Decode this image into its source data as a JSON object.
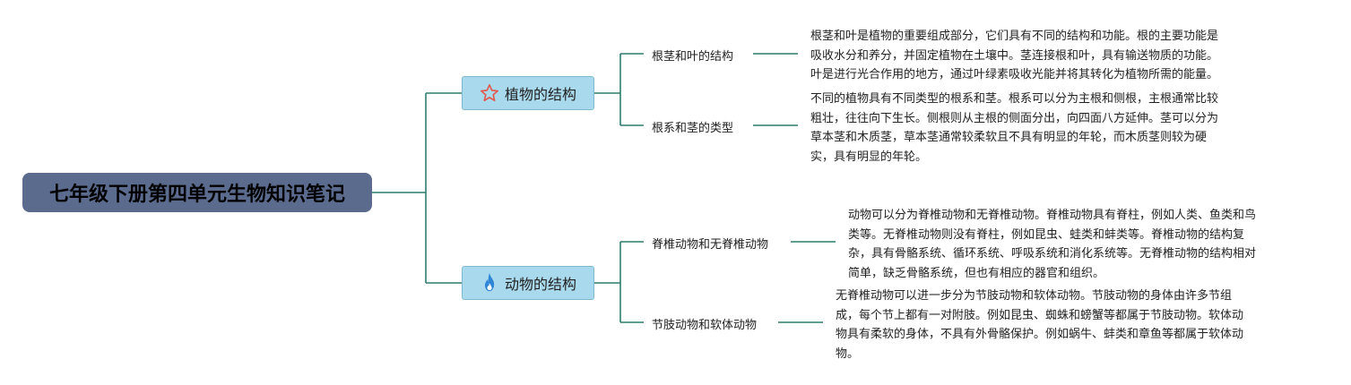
{
  "root": {
    "title": "七年级下册第四单元生物知识笔记"
  },
  "branches": [
    {
      "label": "植物的结构",
      "icon": "star-icon",
      "children": [
        {
          "label": "根茎和叶的结构",
          "lines": [
            "根茎和叶是植物的重要组成部分，它们具有不同的结构和功能。根的主要功能是",
            "吸收水分和养分，并固定植物在土壤中。茎连接根和叶，具有输送物质的功能。",
            "叶是进行光合作用的地方，通过叶绿素吸收光能并将其转化为植物所需的能量。"
          ]
        },
        {
          "label": "根系和茎的类型",
          "lines": [
            "不同的植物具有不同类型的根系和茎。根系可以分为主根和侧根，主根通常比较",
            "粗壮，往往向下生长。侧根则从主根的侧面分出，向四面八方延伸。茎可以分为",
            "草本茎和木质茎，草本茎通常较柔软且不具有明显的年轮，而木质茎则较为硬",
            "实，具有明显的年轮。"
          ]
        }
      ]
    },
    {
      "label": "动物的结构",
      "icon": "flame-icon",
      "children": [
        {
          "label": "脊椎动物和无脊椎动物",
          "lines": [
            "动物可以分为脊椎动物和无脊椎动物。脊椎动物具有脊柱，例如人类、鱼类和鸟",
            "类等。无脊椎动物则没有脊柱，例如昆虫、蛙类和蚌类等。脊椎动物的结构复",
            "杂，具有骨骼系统、循环系统、呼吸系统和消化系统等。无脊椎动物的结构相对",
            "简单，缺乏骨骼系统，但也有相应的器官和组织。"
          ]
        },
        {
          "label": "节肢动物和软体动物",
          "lines": [
            "无脊椎动物可以进一步分为节肢动物和软体动物。节肢动物的身体由许多节组",
            "成，每个节上都有一对附肢。例如昆虫、蜘蛛和螃蟹等都属于节肢动物。软体动",
            "物具有柔软的身体，不具有外骨骼保护。例如蜗牛、蚌类和章鱼等都属于软体动",
            "物。"
          ]
        }
      ]
    }
  ],
  "colors": {
    "root_bg": "#5b6b8e",
    "branch_bg": "#a9d9ec",
    "connector": "#2e7d6e",
    "star": "#e05a4f",
    "flame": "#2f86d6"
  }
}
